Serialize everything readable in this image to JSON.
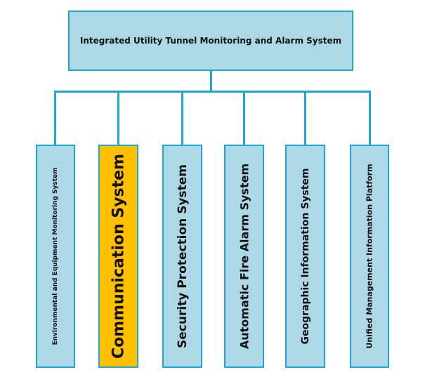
{
  "diagram": {
    "root": {
      "title": "Integrated Utility Tunnel Monitoring and Alarm System"
    },
    "children": [
      {
        "label": "Environmental and Equipment Monitoring System",
        "highlighted": false
      },
      {
        "label": "Communication System",
        "highlighted": true
      },
      {
        "label": "Security Protection System",
        "highlighted": false
      },
      {
        "label": "Automatic Fire Alarm System",
        "highlighted": false
      },
      {
        "label": "Geographic Information System",
        "highlighted": false
      },
      {
        "label": "Unified Management Information Platform",
        "highlighted": false
      }
    ],
    "colors": {
      "box_fill": "#add8e6",
      "box_border": "#1ea6d6",
      "highlight_fill": "#ffc000",
      "connector": "#1ea6d6"
    }
  }
}
